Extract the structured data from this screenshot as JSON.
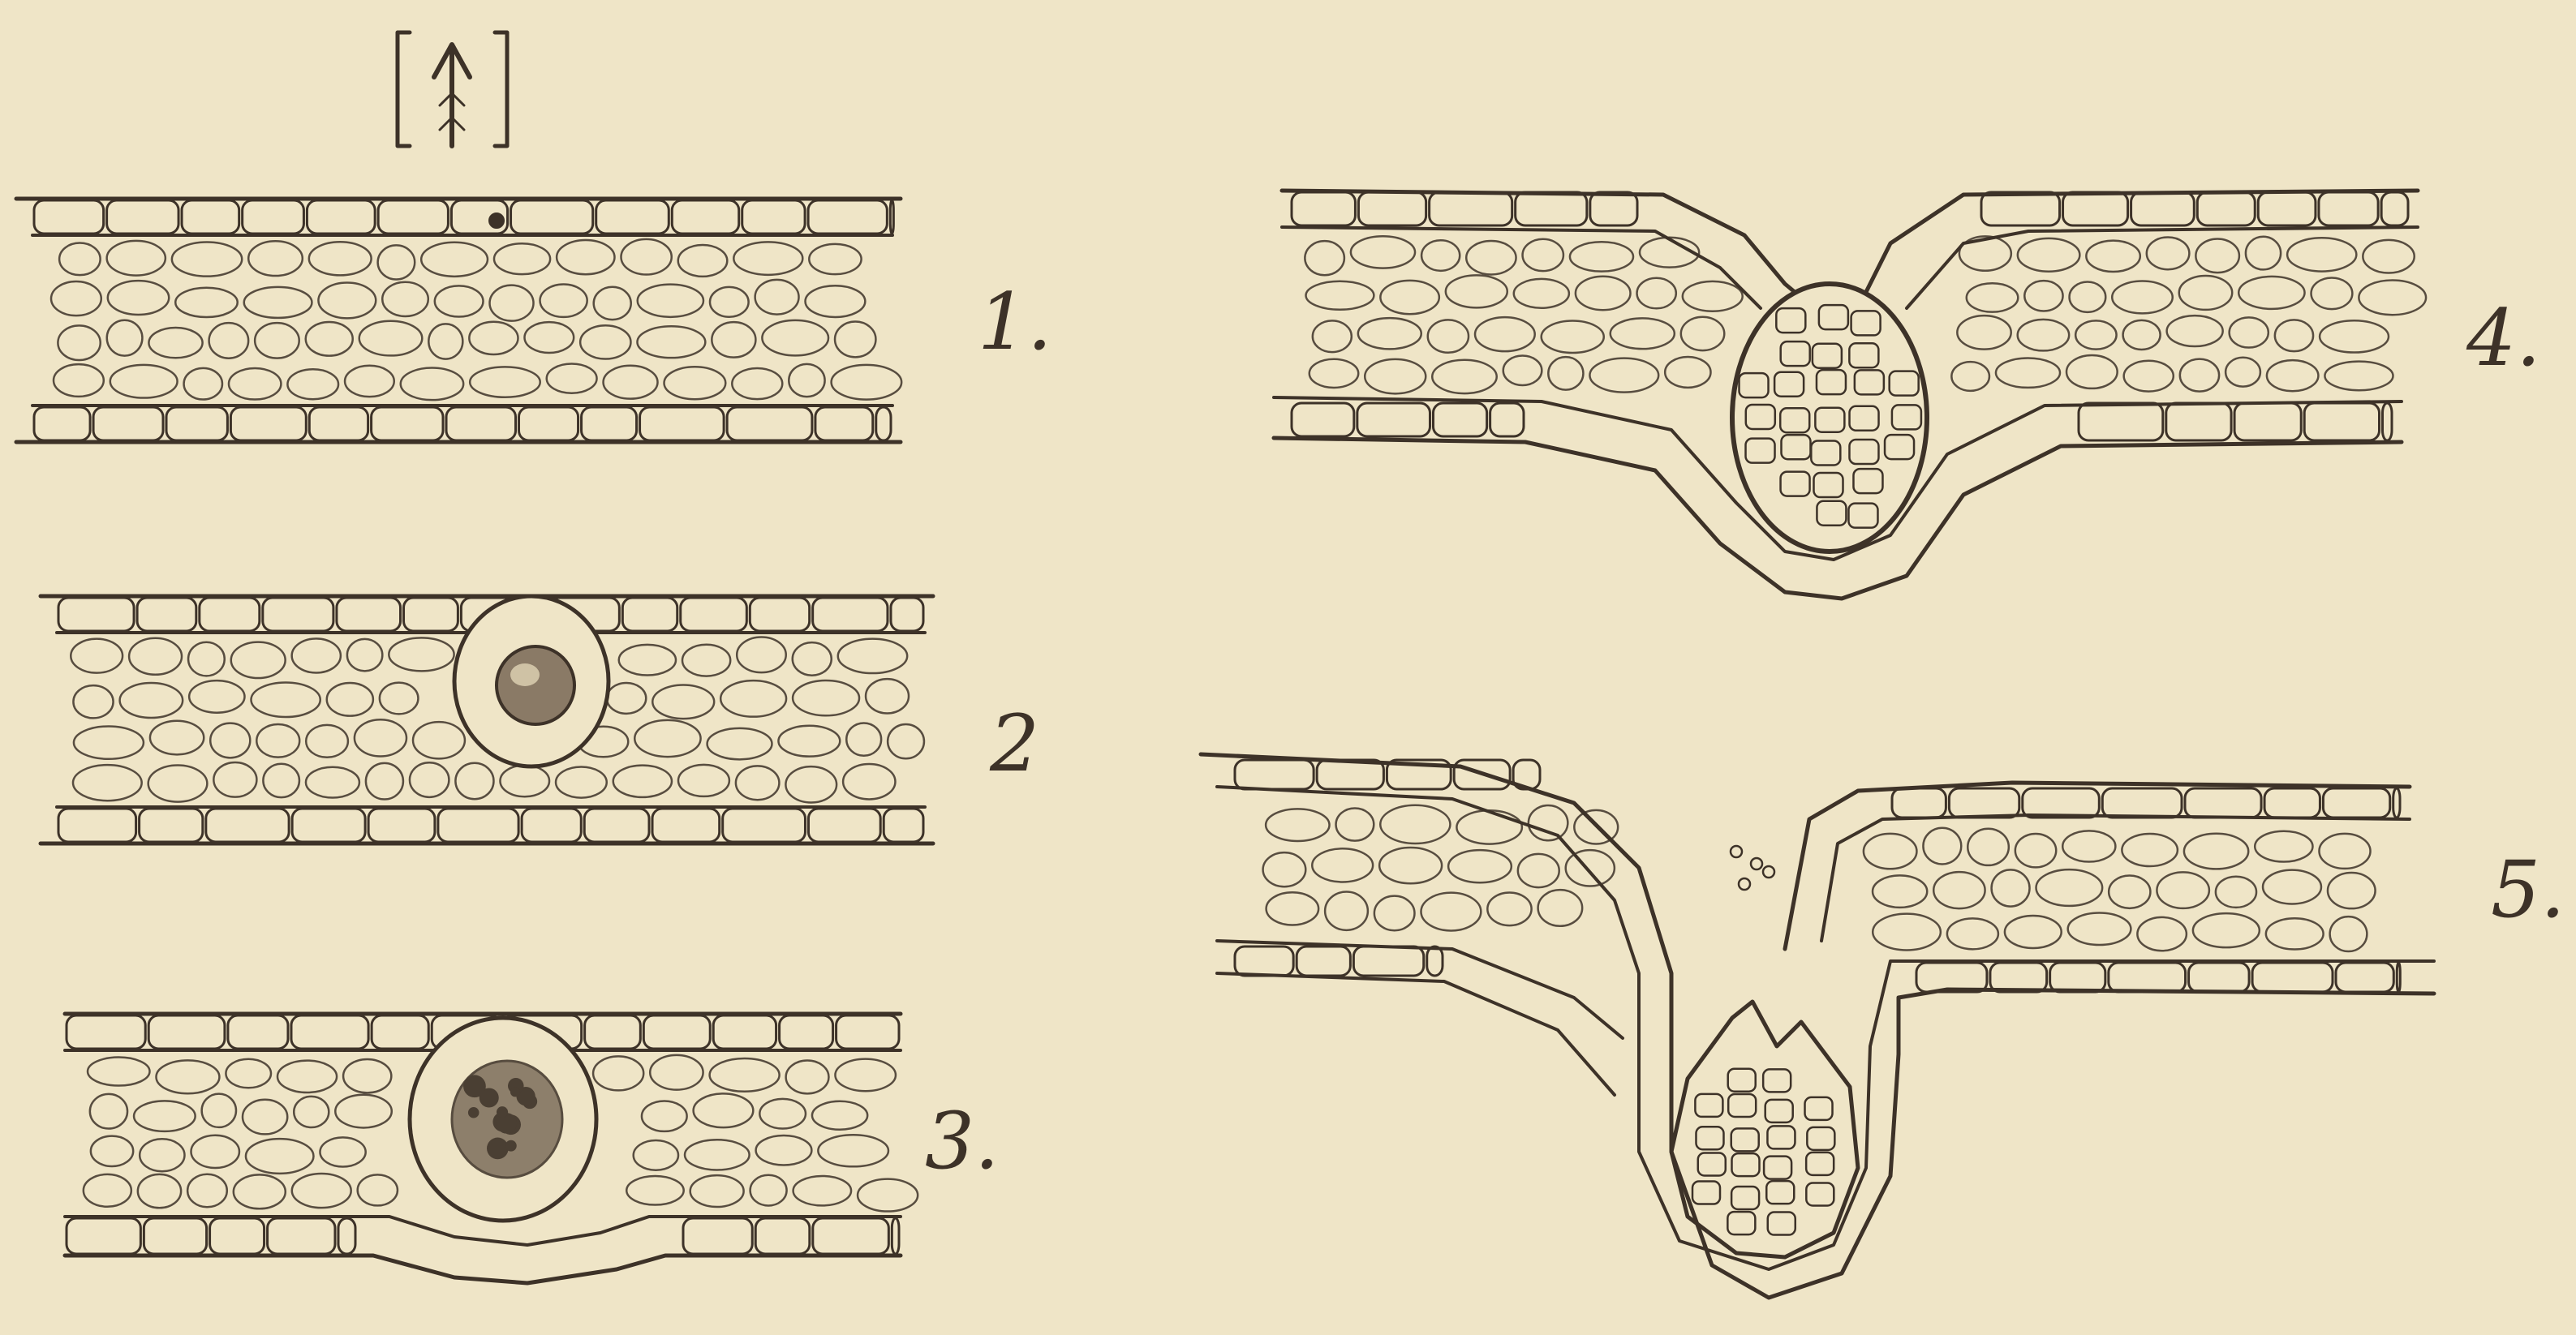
{
  "plate": {
    "background": "#efe5c7",
    "ink": "#3d3228",
    "mark": "[↑]",
    "figures": [
      {
        "id": "fig-1",
        "label": "1."
      },
      {
        "id": "fig-2",
        "label": "2"
      },
      {
        "id": "fig-3",
        "label": "3."
      },
      {
        "id": "fig-4",
        "label": "4."
      },
      {
        "id": "fig-5",
        "label": "5."
      }
    ]
  }
}
